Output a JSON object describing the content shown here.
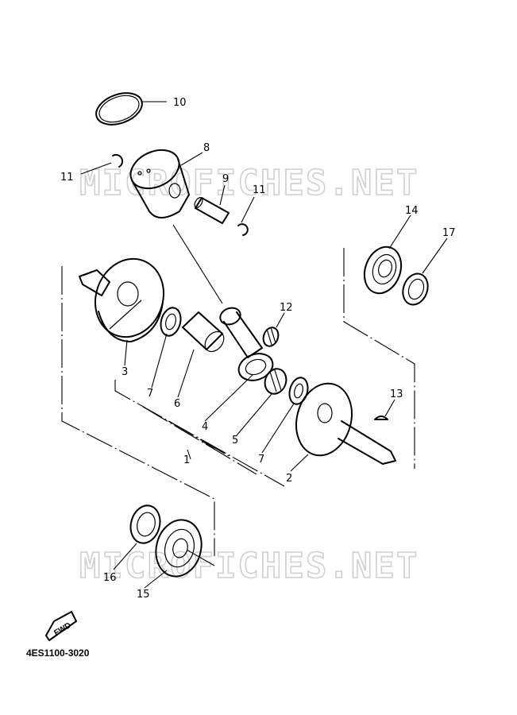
{
  "watermark": "MICROFICHES.NET",
  "part_code": "4ES1100-3020",
  "fwd_label": "FWD",
  "callouts": {
    "c1": "1",
    "c2": "2",
    "c3": "3",
    "c4": "4",
    "c5": "5",
    "c6": "6",
    "c7a": "7",
    "c7b": "7",
    "c8": "8",
    "c9": "9",
    "c10": "10",
    "c11a": "11",
    "c11b": "11",
    "c12": "12",
    "c13": "13",
    "c14": "14",
    "c15": "15",
    "c16": "16",
    "c17": "17"
  }
}
